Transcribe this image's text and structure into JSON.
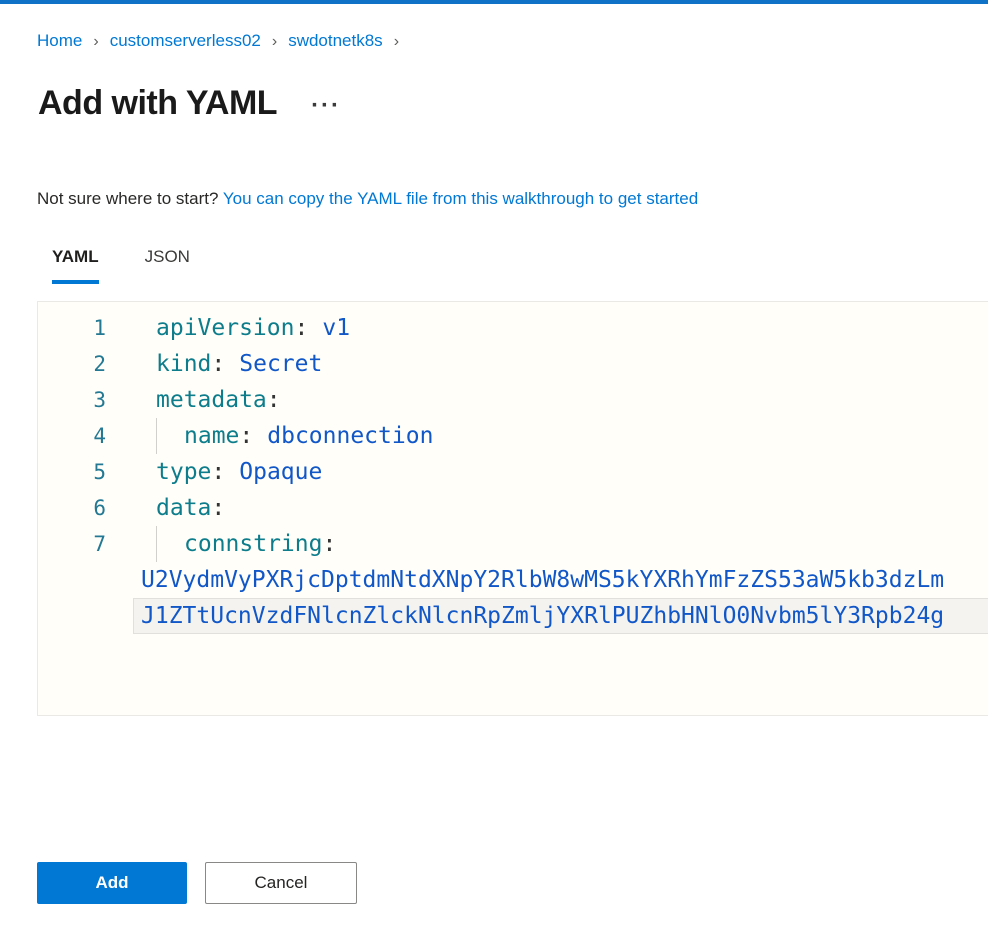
{
  "topbar": {
    "accent_color": "#1072c6"
  },
  "breadcrumb": {
    "separator": "›",
    "items": [
      {
        "label": "Home"
      },
      {
        "label": "customserverless02"
      },
      {
        "label": "swdotnetk8s"
      }
    ]
  },
  "header": {
    "title": "Add with YAML",
    "more_options": "···"
  },
  "intro": {
    "text": "Not sure where to start?",
    "link": "You can copy the YAML file from this walkthrough to get started"
  },
  "tabs": [
    {
      "label": "YAML",
      "active": true
    },
    {
      "label": "JSON",
      "active": false
    }
  ],
  "editor": {
    "colon": ":",
    "lines": [
      {
        "num": "1",
        "key": "apiVersion",
        "value": "v1"
      },
      {
        "num": "2",
        "key": "kind",
        "value": "Secret"
      },
      {
        "num": "3",
        "key": "metadata",
        "value": ""
      },
      {
        "num": "4",
        "key": "name",
        "value": "dbconnection",
        "indented": true
      },
      {
        "num": "5",
        "key": "type",
        "value": "Opaque"
      },
      {
        "num": "6",
        "key": "data",
        "value": ""
      },
      {
        "num": "7",
        "key": "connstring",
        "value": "",
        "indented": true
      }
    ],
    "wrapped": [
      "U2VydmVyPXRjcDptdmNtdXNpY2RlbW8wMS5kYXRhYmFzZS53aW5kb3dzLm",
      "J1ZTtUcnVzdFNlcnZlckNlcnRpZmljYXRlPUZhbHNlO0Nvbm5lY3Rpb24g"
    ],
    "colors": {
      "key": "#0d7d8c",
      "value": "#1157c8",
      "line_number": "#237893",
      "background": "#fffef8"
    }
  },
  "footer": {
    "add_label": "Add",
    "cancel_label": "Cancel"
  }
}
